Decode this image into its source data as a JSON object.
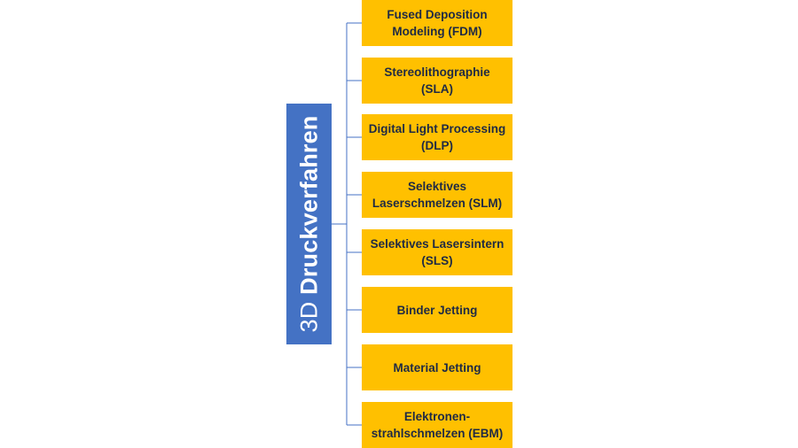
{
  "root": {
    "prefix": "3D ",
    "title": "Druckverfahren"
  },
  "colors": {
    "root_fill": "#4472c4",
    "node_fill": "#ffc000",
    "connector": "#4472c4",
    "node_text": "#1f2a44"
  },
  "nodes": [
    {
      "label": "Fused Deposition\nModeling (FDM)"
    },
    {
      "label": "Stereolithographie\n(SLA)"
    },
    {
      "label": "Digital Light Processing\n(DLP)"
    },
    {
      "label": "Selektives\nLaserschmelzen (SLM)"
    },
    {
      "label": "Selektives Lasersintern\n(SLS)"
    },
    {
      "label": "Binder Jetting"
    },
    {
      "label": "Material Jetting"
    },
    {
      "label": "Elektronen-\nstrahlschmelzen (EBM)"
    }
  ]
}
